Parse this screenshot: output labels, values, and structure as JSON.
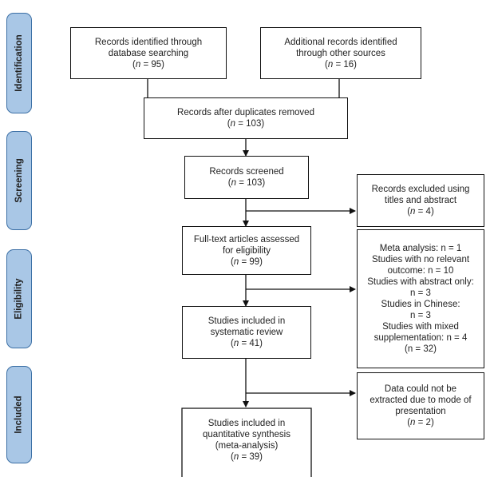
{
  "stages": [
    {
      "id": "identification",
      "label": "Identification"
    },
    {
      "id": "screening",
      "label": "Screening"
    },
    {
      "id": "eligibility",
      "label": "Eligibility"
    },
    {
      "id": "included",
      "label": "Included"
    }
  ],
  "boxes": {
    "database": {
      "lines": [
        "Records identified through",
        "database searching"
      ],
      "n": "95"
    },
    "other_sources": {
      "lines": [
        "Additional records identified",
        "through other sources"
      ],
      "n": "16"
    },
    "after_duplicates": {
      "lines": [
        "Records after duplicates removed"
      ],
      "n": "103"
    },
    "screened": {
      "lines": [
        "Records screened"
      ],
      "n": "103"
    },
    "excluded": {
      "lines": [
        "Records excluded using",
        "titles and abstract"
      ],
      "n": "4"
    },
    "full_text": {
      "lines": [
        "Full-text articles assessed",
        "for eligibility"
      ],
      "n": "99"
    },
    "full_text_excluded": {
      "lines": [
        "Meta analysis: n = 1",
        "Studies with no relevant",
        "outcome: n = 10",
        "Studies with abstract only:",
        "n = 3",
        "Studies in Chinese:",
        "n = 3",
        "Studies with mixed",
        "supplementation: n = 4",
        "(n = 32)"
      ]
    },
    "systematic_review": {
      "lines": [
        "Studies included in",
        "systematic review"
      ],
      "n": "41"
    },
    "not_extracted": {
      "lines": [
        "Data could not be",
        "extracted due to mode of",
        "presentation"
      ],
      "n": "2"
    },
    "quantitative": {
      "lines": [
        "Studies included in",
        "quantitative synthesis",
        "(meta-analysis)"
      ],
      "n": "39"
    }
  }
}
